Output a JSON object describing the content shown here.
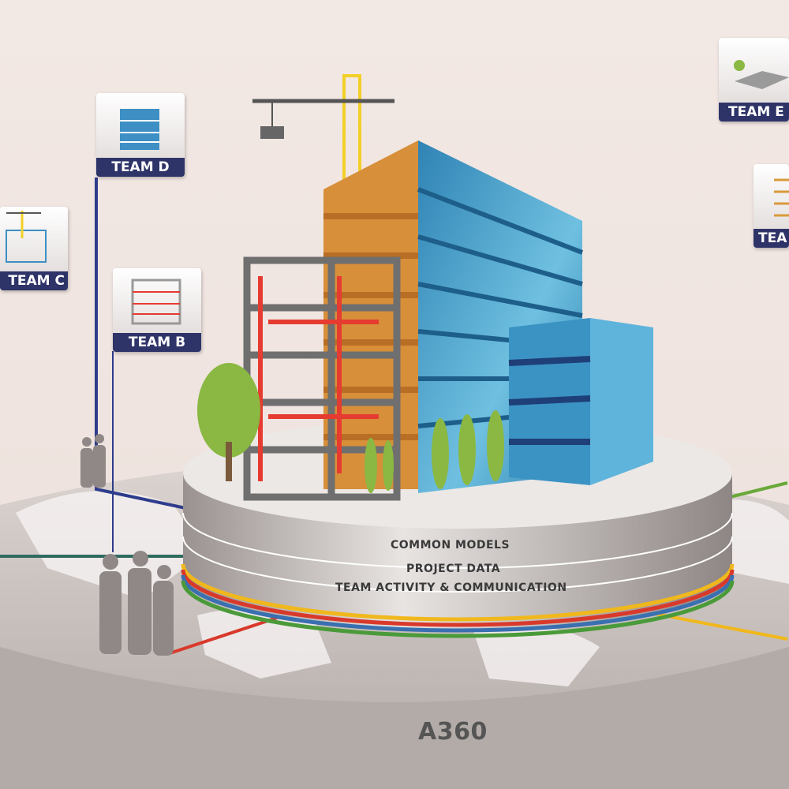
{
  "teams": [
    {
      "id": "d",
      "label": "TEAM D"
    },
    {
      "id": "c",
      "label": "TEAM C"
    },
    {
      "id": "b",
      "label": "TEAM B"
    },
    {
      "id": "e",
      "label": "TEAM E"
    },
    {
      "id": "f",
      "label": "TEA"
    }
  ],
  "platform": {
    "layers": [
      "COMMON MODELS",
      "PROJECT DATA",
      "TEAM ACTIVITY & COMMUNICATION"
    ],
    "name": "A360"
  },
  "colors": {
    "team_label_bg": "#2e3468",
    "line_blue": "#2e3c8c",
    "line_green": "#6aa83a",
    "line_teal": "#2f6b5e",
    "line_red": "#d8392b",
    "line_yellow": "#f0b81c",
    "building_blue": "#3a92c0",
    "building_orange": "#d78f3a"
  }
}
